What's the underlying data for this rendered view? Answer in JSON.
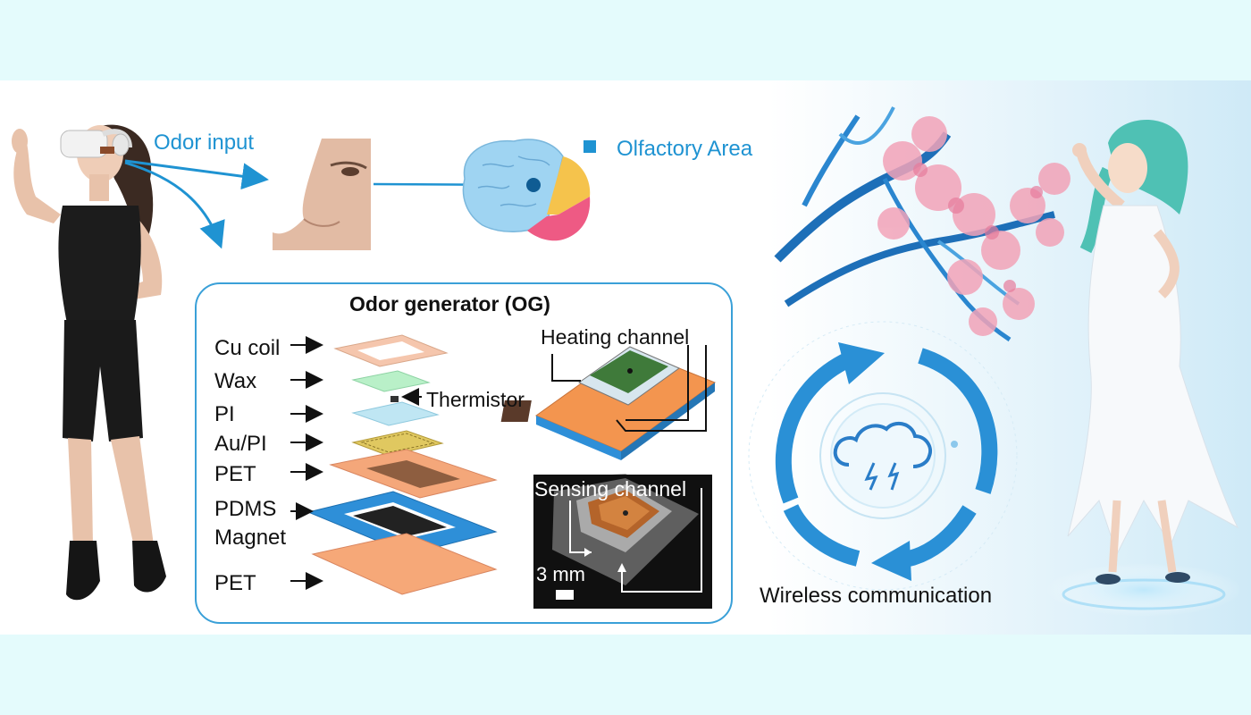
{
  "labels": {
    "odor_input": "Odor input",
    "olfactory_area": "Olfactory Area",
    "og_title": "Odor generator (OG)",
    "heating_channel": "Heating channel",
    "thermistor": "Thermistor",
    "sensing_channel": "Sensing channel",
    "scale_bar": "3 mm",
    "wireless": "Wireless communication"
  },
  "layers": [
    {
      "label": "Cu coil",
      "color": "#f5c6ad"
    },
    {
      "label": "Wax",
      "color": "#b9f0c8"
    },
    {
      "label": "PI",
      "color": "#bfe6f3"
    },
    {
      "label": "Au/PI",
      "color": "#e0c860"
    },
    {
      "label": "PET",
      "color": "#f4a77a"
    },
    {
      "label": "PDMS",
      "color": "#2e8fd8"
    },
    {
      "label": "Magnet",
      "color": "#222222"
    },
    {
      "label": "PET",
      "color": "#f6a878"
    }
  ],
  "colors": {
    "accent_blue": "#1f93d2",
    "brain_blue": "#9fd4f2",
    "brain_yellow": "#f5c34c",
    "brain_pink": "#ee5a84",
    "page_background": "#e4fbfc",
    "blossom": "#f2a3b8"
  }
}
